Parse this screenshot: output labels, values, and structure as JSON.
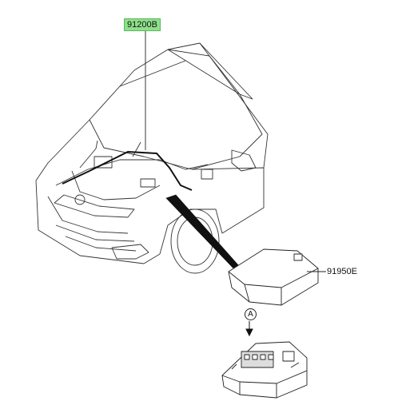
{
  "callouts": {
    "main_harness": "91200B",
    "fuse_box_cover": "91950E",
    "view_marker": "A"
  },
  "colors": {
    "highlight": "#8ee08a",
    "line": "#222222"
  }
}
